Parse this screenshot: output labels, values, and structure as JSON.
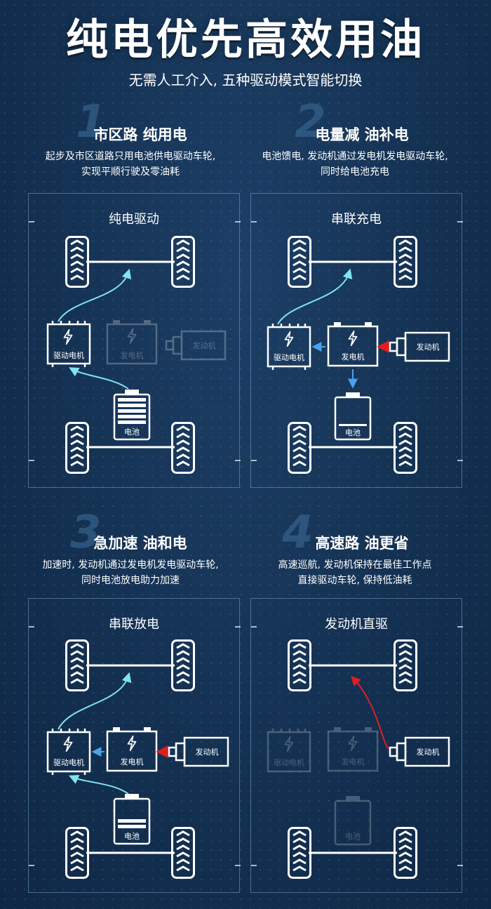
{
  "header": {
    "title": "纯电优先高效用油",
    "subtitle": "无需人工介入, 五种驱动模式智能切换"
  },
  "colors": {
    "background": "#143152",
    "flow_cyan": "#7fe3f0",
    "flow_blue": "#4aa3e8",
    "flow_red": "#e01e1e"
  },
  "sections": [
    {
      "number": "1",
      "title": "市区路 纯用电",
      "desc_line1": "起步及市区道路只用电池供电驱动车轮,",
      "desc_line2": "实现平顺行驶及零油耗",
      "panel_label": "纯电驱动"
    },
    {
      "number": "2",
      "title": "电量减 油补电",
      "desc_line1": "电池馈电, 发动机通过发电机发电驱动车轮,",
      "desc_line2": "同时给电池充电",
      "panel_label": "串联充电"
    },
    {
      "number": "3",
      "title": "急加速 油和电",
      "desc_line1": "加速时, 发动机通过发电机发电驱动车轮,",
      "desc_line2": "同时电池放电助力加速",
      "panel_label": "串联放电"
    },
    {
      "number": "4",
      "title": "高速路 油更省",
      "desc_line1": "高速巡航, 发动机保持在最佳工作点",
      "desc_line2": "直接驱动车轮, 保持低油耗",
      "panel_label": "发动机直驱"
    }
  ],
  "components": {
    "drive_motor": "驱动电机",
    "generator": "发电机",
    "engine": "发动机",
    "battery": "电池"
  }
}
